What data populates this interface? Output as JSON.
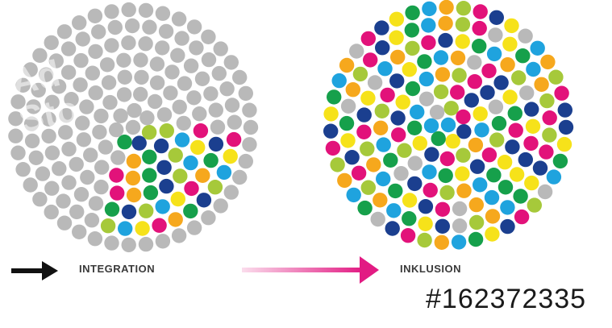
{
  "labels": {
    "left": "INTEGRATION",
    "right": "INKLUSION"
  },
  "stock_id": "#162372335",
  "colors": {
    "gray": "#b9b9b9",
    "cyan": "#1fa3de",
    "magenta": "#e2127a",
    "green": "#16a04b",
    "lime": "#a6c93a",
    "yellow": "#f6e21a",
    "orange": "#f6a81d",
    "navy": "#1b3f8f",
    "arrow_black": "#111111",
    "arrow_pink": "#e21b83"
  },
  "icons": {
    "left_arrow": "arrow-right-icon",
    "right_arrow": "arrow-right-icon"
  }
}
